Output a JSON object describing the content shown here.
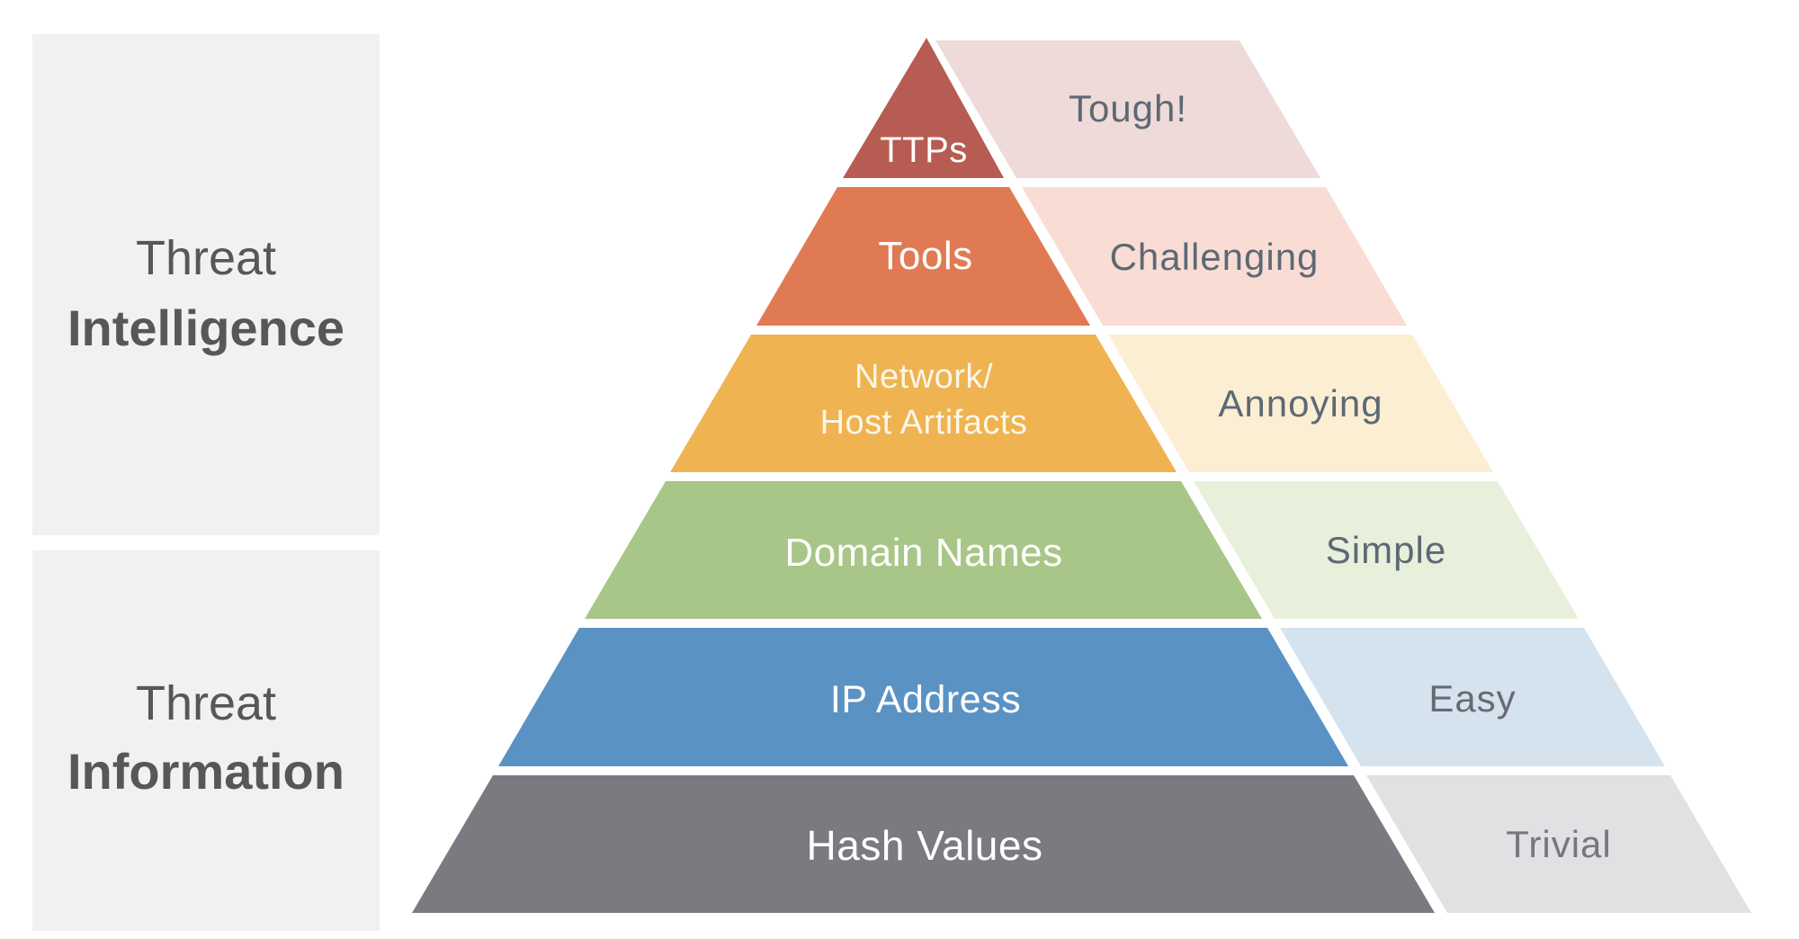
{
  "background": "#ffffff",
  "side_panels": {
    "panel_bg": "#f1f1f1",
    "text_color": "#57575a",
    "top": {
      "line1": "Threat",
      "line2": "Intelligence"
    },
    "bottom": {
      "line1": "Threat",
      "line2": "Information"
    }
  },
  "pyramid": {
    "separator_color": "#ffffff",
    "levels": [
      {
        "name": "TTPs",
        "difficulty": "Tough!",
        "solid_color": "#b65c52",
        "pastel_color": "#eedad8",
        "name_color": "#ffffff",
        "difficulty_color": "#5d6974"
      },
      {
        "name": "Tools",
        "difficulty": "Challenging",
        "solid_color": "#e07a52",
        "pastel_color": "#f9ddd5",
        "name_color": "#ffffff",
        "difficulty_color": "#5d6974"
      },
      {
        "name": "Network/Host Artifacts",
        "lines": [
          "Network/",
          "Host Artifacts"
        ],
        "difficulty": "Annoying",
        "solid_color": "#efb351",
        "pastel_color": "#fceed3",
        "name_color": "#fbf6e8",
        "difficulty_color": "#5d6974"
      },
      {
        "name": "Domain Names",
        "difficulty": "Simple",
        "solid_color": "#a8c687",
        "pastel_color": "#e8f0dc",
        "name_color": "#ffffff",
        "difficulty_color": "#5d6974"
      },
      {
        "name": "IP Address",
        "difficulty": "Easy",
        "solid_color": "#5b92c4",
        "pastel_color": "#d5e3ef",
        "name_color": "#ffffff",
        "difficulty_color": "#666b73"
      },
      {
        "name": "Hash Values",
        "difficulty": "Trivial",
        "solid_color": "#7b7a80",
        "pastel_color": "#e1e1e4",
        "name_color": "#ffffff",
        "difficulty_color": "#76777c"
      }
    ]
  }
}
